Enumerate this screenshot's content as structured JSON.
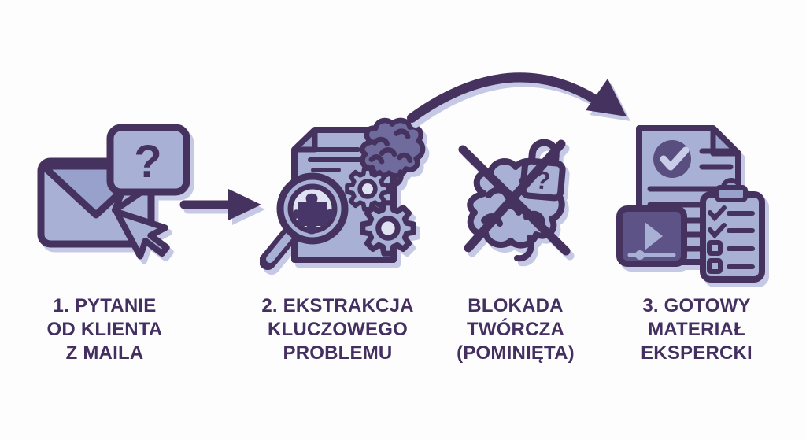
{
  "diagram": {
    "type": "process-flow-infographic",
    "language": "pl",
    "palette": {
      "background": "#fdfdfe",
      "fill_light": "#a9b0d6",
      "fill_mid": "#98a0cc",
      "fill_brain": "#6f6c9d",
      "fill_panel": "#5e5387",
      "fill_check_circle": "#584e80",
      "lens_inner": "#dfe2f0",
      "outline": "#46325f",
      "shadow": "#c5c9e5",
      "text": "#432f60"
    },
    "glyphs": {
      "question_mark": "?"
    },
    "steps": [
      {
        "id": "email-from-client",
        "icon": "envelope-question-cursor-icon",
        "lines": [
          "1. PYTANIE",
          "OD KLIENTA",
          "Z MAILA"
        ]
      },
      {
        "id": "problem-extraction",
        "icon": "document-magnifier-gears-brain-icon",
        "lines": [
          "2. EKSTRAKCJA",
          "KLUCZOWEGO",
          "PROBLEMU"
        ]
      },
      {
        "id": "creative-block-skipped",
        "icon": "crossed-out-brain-lock-icon",
        "lines": [
          "BLOKADA",
          "TWÓRCZA",
          "(POMINIĘTA)"
        ]
      },
      {
        "id": "ready-expert-material",
        "icon": "document-video-checklist-icon",
        "lines": [
          "3. GOTOWY",
          "MATERIAŁ",
          "EKSPERCKI"
        ]
      }
    ],
    "connectors": [
      {
        "id": "arrow-step1-to-step2",
        "type": "straight-arrow"
      },
      {
        "id": "skip-arrow-step2-to-step4",
        "type": "curved-arrow-over-block"
      }
    ]
  }
}
